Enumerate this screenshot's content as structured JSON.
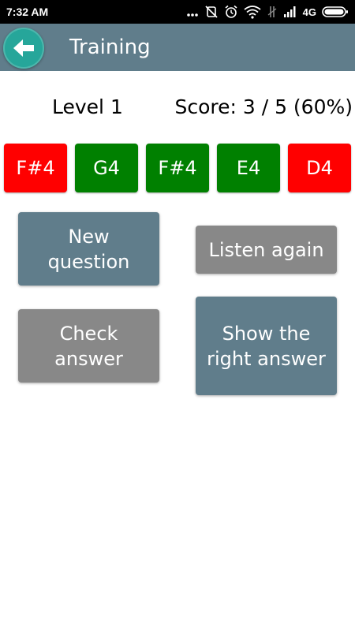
{
  "status_bar": {
    "time": "7:32 AM",
    "network": "4G",
    "icons": [
      "more-dots-icon",
      "mute-icon",
      "alarm-icon",
      "wifi-icon",
      "no-signal-icon",
      "signal-icon",
      "battery-icon"
    ]
  },
  "app_bar": {
    "title": "Training",
    "back_icon": "arrow-left-icon"
  },
  "info": {
    "level": "Level 1",
    "score": "Score: 3 / 5 (60%)"
  },
  "notes": [
    {
      "label": "F#4",
      "status": "wrong",
      "color": "#ff0000"
    },
    {
      "label": "G4",
      "status": "correct",
      "color": "#008000"
    },
    {
      "label": "F#4",
      "status": "correct",
      "color": "#008000"
    },
    {
      "label": "E4",
      "status": "correct",
      "color": "#008000"
    },
    {
      "label": "D4",
      "status": "wrong",
      "color": "#ff0000"
    }
  ],
  "buttons": {
    "new_question": "New question",
    "listen_again": "Listen again",
    "check_answer": "Check answer",
    "show_right_answer": "Show the right answer"
  },
  "colors": {
    "app_bar": "#607d8b",
    "back_button": "#26a69a",
    "button_blue": "#607d8b",
    "button_gray": "#888888",
    "correct": "#008000",
    "wrong": "#ff0000"
  }
}
